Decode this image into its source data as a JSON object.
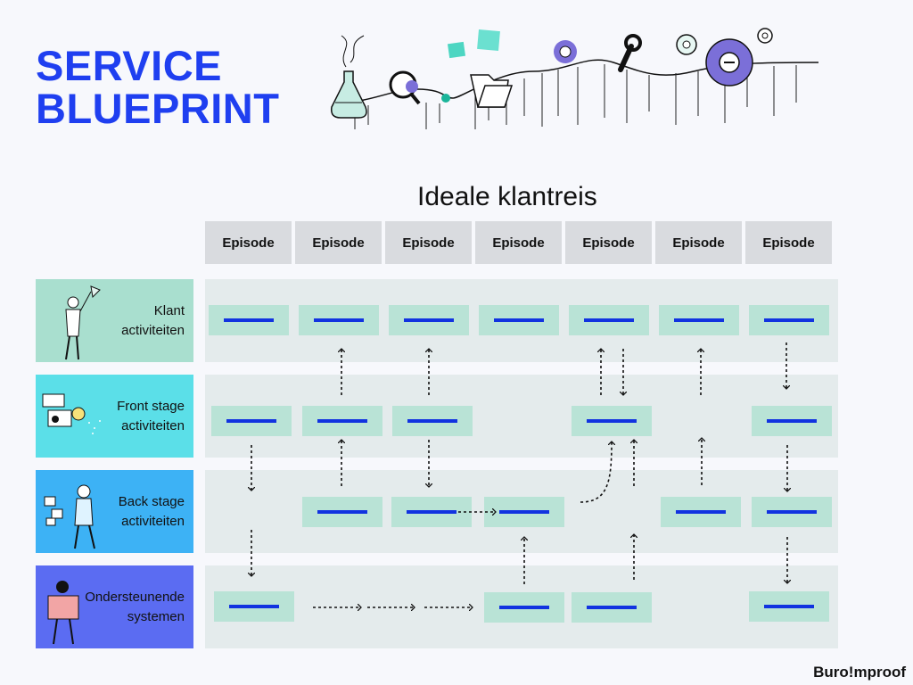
{
  "title": {
    "line1": "SERVICE",
    "line2": "BLUEPRINT"
  },
  "journey_title": "Ideale klantreis",
  "episodes": [
    "Episode",
    "Episode",
    "Episode",
    "Episode",
    "Episode",
    "Episode",
    "Episode"
  ],
  "lanes": [
    {
      "line1": "Klant",
      "line2": "activiteiten",
      "color": "#a9dfcf"
    },
    {
      "line1": "Front stage",
      "line2": "activiteiten",
      "color": "#5bdfe8"
    },
    {
      "line1": "Back stage",
      "line2": "activiteiten",
      "color": "#3db2f5"
    },
    {
      "line1": "Ondersteunende",
      "line2": "systemen",
      "color": "#5b6cf2"
    }
  ],
  "brand": "Buro!mproof",
  "colors": {
    "title": "#1f3ff0",
    "card": "#b9e3d6",
    "card_bar": "#1133e0",
    "lane_background": "#e4ebec",
    "episode_background": "#d9dbdf"
  },
  "decorations": [
    "flask-icon",
    "magnifier-icon",
    "folder-icon",
    "gear-icon",
    "wrench-icon",
    "gear-large-icon",
    "sticky-note-icon"
  ]
}
